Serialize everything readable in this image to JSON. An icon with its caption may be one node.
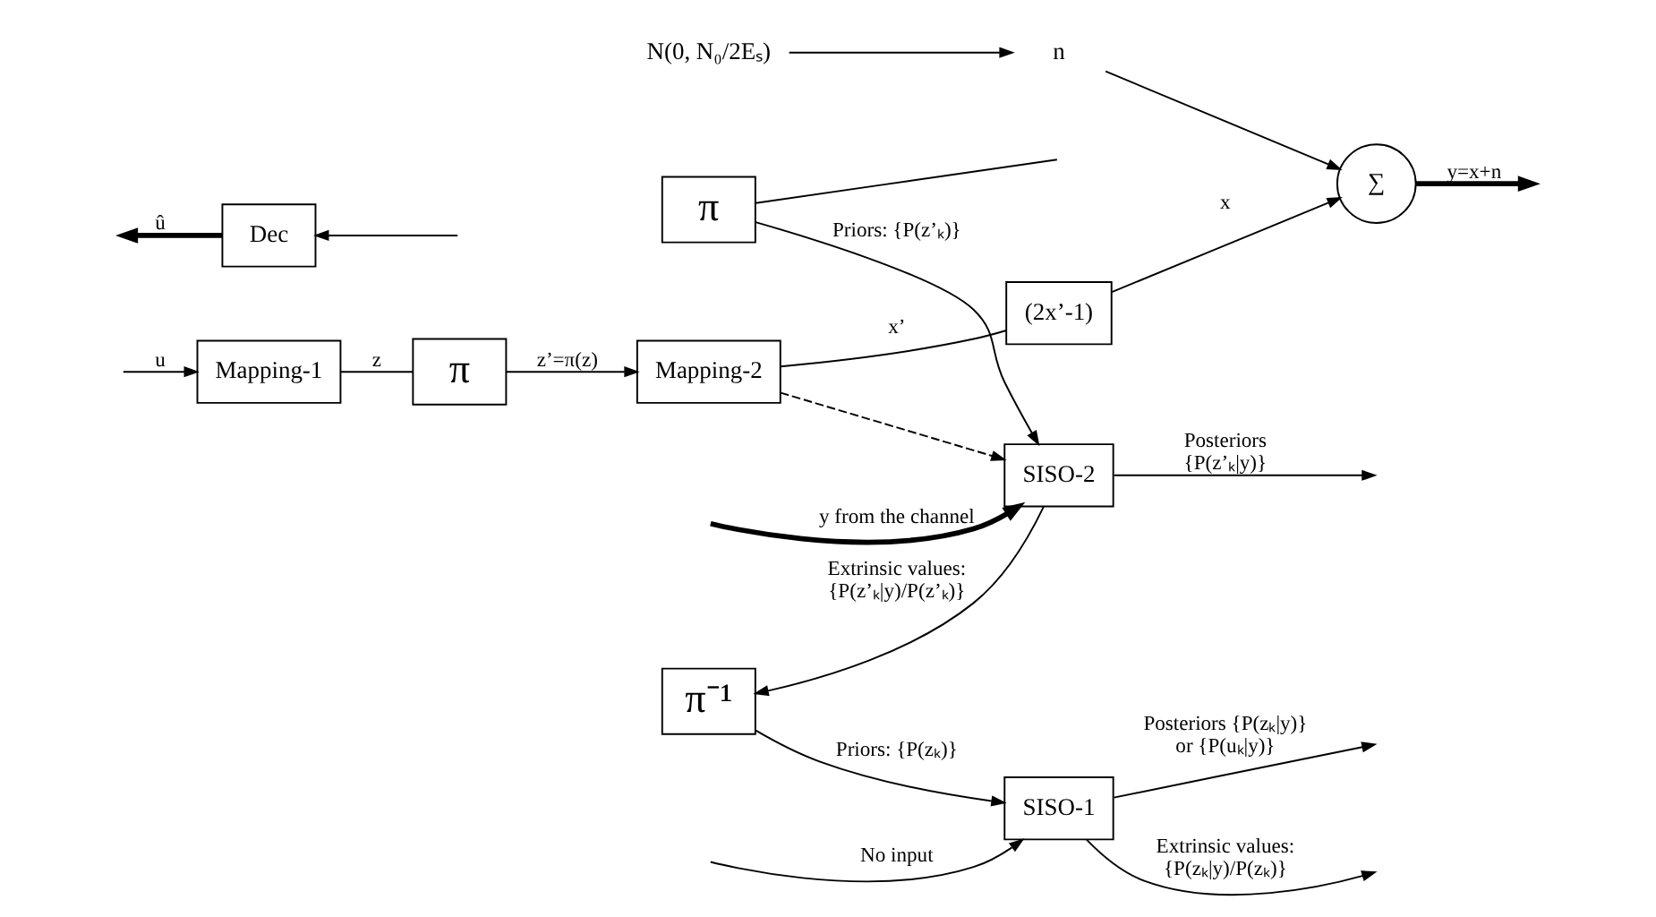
{
  "diagram": {
    "nodes": [
      {
        "text": [
          "Mapping-1"
        ]
      },
      {
        "text": [
          "π"
        ]
      },
      {
        "text": [
          "Mapping-2"
        ]
      },
      {
        "text": [
          "(2x’-1)"
        ]
      },
      {
        "text": [
          "∑"
        ]
      },
      {
        "text": [
          "N(0, N₀/2Eₛ)"
        ]
      },
      {
        "text": [
          "n"
        ]
      },
      {
        "text": [
          "π"
        ]
      },
      {
        "text": [
          "SISO-2"
        ]
      },
      {
        "text": [
          "π⁻¹"
        ]
      },
      {
        "text": [
          "SISO-1"
        ]
      },
      {
        "text": [
          "Dec"
        ]
      }
    ],
    "edges": [
      {
        "from": null,
        "to": 0,
        "arrow": "to",
        "label": "u"
      },
      {
        "from": 0,
        "to": 1,
        "arrow": "none",
        "label": "z"
      },
      {
        "from": 1,
        "to": 2,
        "arrow": "to",
        "label": "z’=π(z)"
      },
      {
        "from": 2,
        "to": 3,
        "arrow": "none",
        "label": "x’"
      },
      {
        "from": 3,
        "to": 4,
        "arrow": "to",
        "label": "x"
      },
      {
        "from": 4,
        "to": null,
        "arrow": "to",
        "label": "y=x+n",
        "style": "thick"
      },
      {
        "from": 5,
        "to": 6,
        "arrow": "to"
      },
      {
        "from": 6,
        "to": 4,
        "arrow": "to"
      },
      {
        "from": 2,
        "to": 8,
        "arrow": "to",
        "style": "dashed"
      },
      {
        "from": null,
        "to": 7,
        "arrow": "none"
      },
      {
        "from": 7,
        "to": 8,
        "arrow": "to",
        "label": "Priors: {P(z’ₖ)}"
      },
      {
        "from": null,
        "to": 8,
        "arrow": "to",
        "label": "y from the channel",
        "style": "thick"
      },
      {
        "from": 8,
        "to": 9,
        "arrow": "to",
        "label": "Extrinsic values: {P(z’ₖ|y)/P(z’ₖ)}"
      },
      {
        "from": 8,
        "to": null,
        "arrow": "to",
        "label": "Posteriors {P(z’ₖ|y)}"
      },
      {
        "from": 9,
        "to": 10,
        "arrow": "to",
        "label": "Priors: {P(zₖ)}"
      },
      {
        "from": null,
        "to": 10,
        "arrow": "to",
        "label": "No input"
      },
      {
        "from": 10,
        "to": null,
        "arrow": "to",
        "label": "Extrinsic values: {P(zₖ|y)/P(zₖ)}"
      },
      {
        "from": 10,
        "to": null,
        "arrow": "to",
        "label": "Posteriors {P(zₖ|y)} or {P(uₖ|y)}"
      },
      {
        "from": null,
        "to": 11,
        "arrow": "to"
      },
      {
        "from": 11,
        "to": null,
        "arrow": "to",
        "label": "û",
        "style": "thick"
      }
    ]
  }
}
